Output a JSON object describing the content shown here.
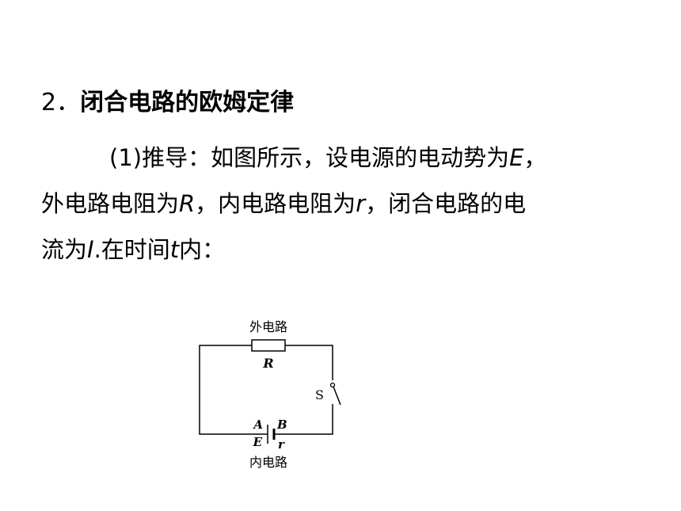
{
  "heading": {
    "number": "2．",
    "title": "闭合电路的欧姆定律"
  },
  "paragraph": {
    "line1": {
      "text_a": "(1)推导：如图所示，设电源的电动势为",
      "var_E": "E",
      "text_b": "，"
    },
    "line2": {
      "text_a": "外电路电阻为",
      "var_R": "R",
      "text_b": "，内电路电阻为",
      "var_r": "r",
      "text_c": "，闭合电路的电"
    },
    "line3": {
      "text_a": "流为",
      "var_I": "I",
      "text_b": ".在时间",
      "var_t": "t",
      "text_c": "内："
    }
  },
  "circuit": {
    "external_label": "外电路",
    "resistor_label": "R",
    "switch_label": "S",
    "terminal_a": "A",
    "terminal_b": "B",
    "emf_label": "E",
    "internal_resistance_label": "r",
    "internal_label": "内电路"
  }
}
